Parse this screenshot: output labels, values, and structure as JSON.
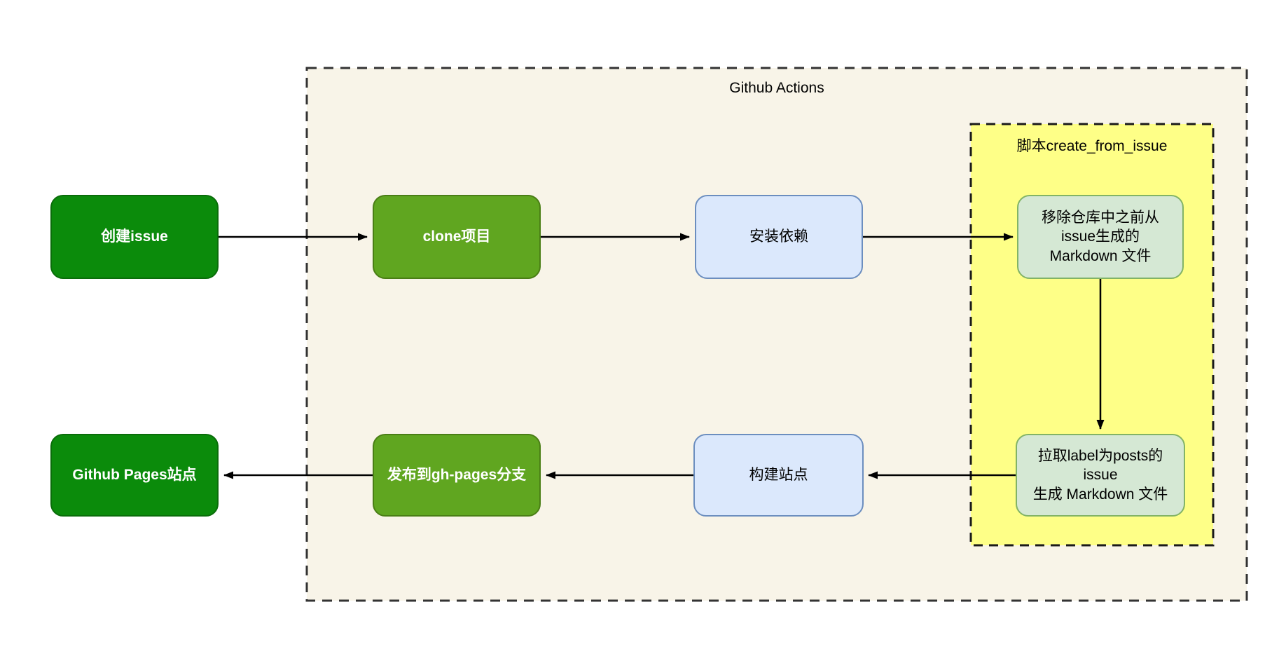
{
  "diagram": {
    "container": {
      "label": "Github Actions"
    },
    "script_group": {
      "label": "脚本create_from_issue"
    },
    "nodes": {
      "create_issue": {
        "label": "创建issue"
      },
      "clone": {
        "label": "clone项目"
      },
      "install_deps": {
        "label": "安装依赖"
      },
      "remove_md": {
        "label": "移除仓库中之前从\nissue生成的\nMarkdown 文件"
      },
      "pull_issues": {
        "label": "拉取label为posts的\nissue\n生成 Markdown 文件"
      },
      "build_site": {
        "label": "构建站点"
      },
      "publish": {
        "label": "发布到gh-pages分支"
      },
      "pages_site": {
        "label": "Github Pages站点"
      }
    },
    "edges": [
      {
        "from": "create_issue",
        "to": "clone"
      },
      {
        "from": "clone",
        "to": "install_deps"
      },
      {
        "from": "install_deps",
        "to": "remove_md"
      },
      {
        "from": "remove_md",
        "to": "pull_issues"
      },
      {
        "from": "pull_issues",
        "to": "build_site"
      },
      {
        "from": "build_site",
        "to": "publish"
      },
      {
        "from": "publish",
        "to": "pages_site"
      }
    ],
    "colors": {
      "dark_green_fill": "#0b8b0b",
      "olive_green_fill": "#60a620",
      "light_blue_fill": "#dbe8fc",
      "light_blue_border": "#6c8ebf",
      "light_green_fill": "#d5e8d4",
      "light_green_border": "#82b366",
      "yellow_group_fill": "#feff87",
      "container_fill": "#f8f4e8",
      "arrow_color": "#000000"
    }
  }
}
